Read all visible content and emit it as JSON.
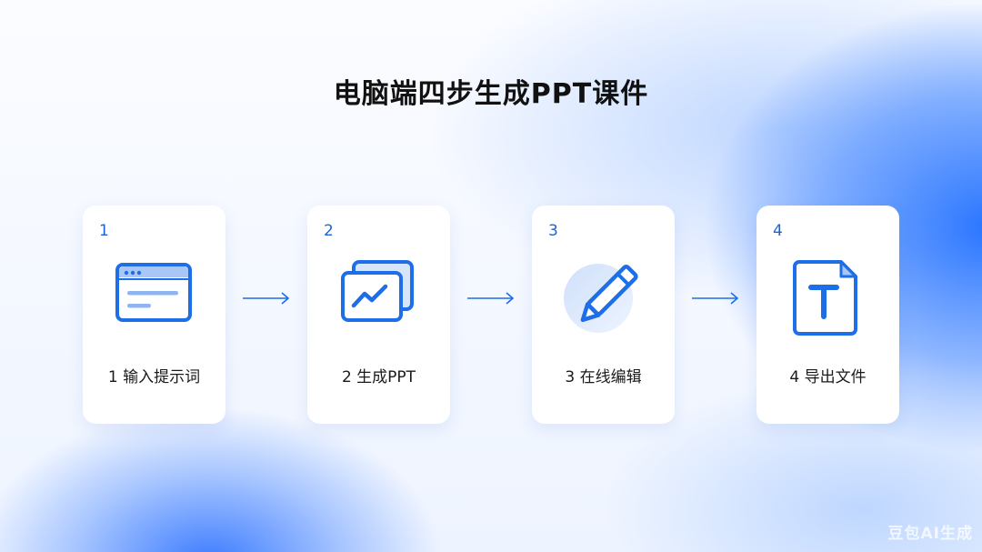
{
  "title": "电脑端四步生成PPT课件",
  "steps": [
    {
      "number": "1",
      "label": "1 输入提示词",
      "icon": "browser-window-icon"
    },
    {
      "number": "2",
      "label": "2 生成PPT",
      "icon": "slides-chart-icon"
    },
    {
      "number": "3",
      "label": "3 在线编辑",
      "icon": "pencil-icon"
    },
    {
      "number": "4",
      "label": "4 导出文件",
      "icon": "text-document-icon"
    }
  ],
  "watermark": "豆包AI生成",
  "colors": {
    "accent": "#1e6ee8",
    "number": "#1c62d8",
    "title": "#111111"
  }
}
